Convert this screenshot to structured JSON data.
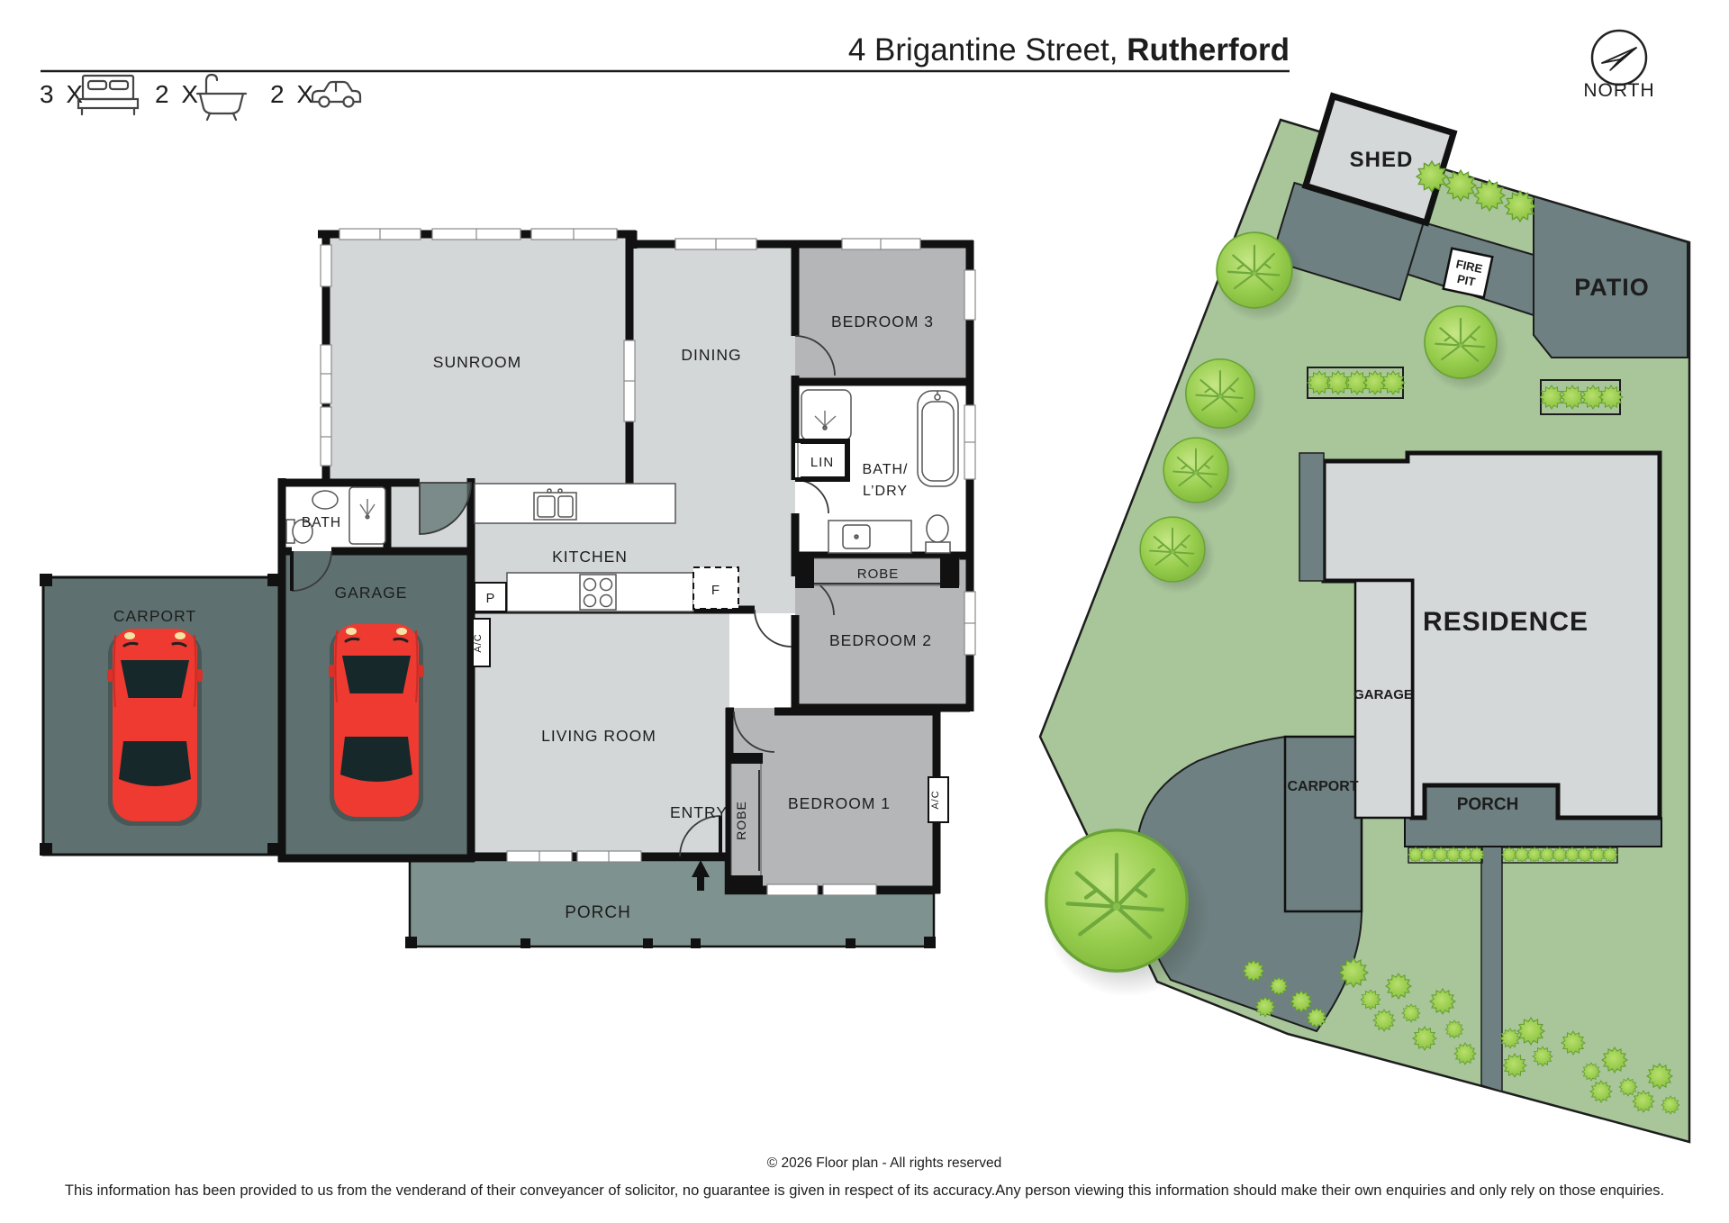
{
  "header": {
    "address_prefix": "4 Brigantine Street, ",
    "address_suffix": "Rutherford",
    "north_label": "NORTH"
  },
  "legend": {
    "beds_count": "3 X",
    "baths_count": "2 X",
    "cars_count": "2 X"
  },
  "floor_plan": {
    "labels": {
      "sunroom": "SUNROOM",
      "dining": "DINING",
      "bedroom3": "BEDROOM 3",
      "bath_ldry1": "BATH/",
      "bath_ldry2": "L’DRY",
      "lin": "LIN",
      "kitchen": "KITCHEN",
      "robe_bed2": "ROBE",
      "bedroom2": "BEDROOM 2",
      "bath": "BATH",
      "garage": "GARAGE",
      "carport": "CARPORT",
      "living": "LIVING ROOM",
      "entry": "ENTRY",
      "robe_bed1": "ROBE",
      "bedroom1": "BEDROOM 1",
      "porch": "PORCH",
      "ac": "A/C",
      "pantry": "P",
      "fridge": "F"
    }
  },
  "site_plan": {
    "labels": {
      "shed": "SHED",
      "fire_pit1": "FIRE",
      "fire_pit2": "PIT",
      "patio": "PATIO",
      "residence": "RESIDENCE",
      "garage": "GARAGE",
      "carport": "CARPORT",
      "porch": "PORCH"
    }
  },
  "footer": {
    "copyright": "© 2026 Floor plan  - All rights reserved",
    "disclaimer": "This information has been provided to us from the venderand of their conveyancer of solicitor, no guarantee is given in respect of its accuracy.Any person viewing this information should make their own enquiries and only rely on those enquiries."
  },
  "colors": {
    "room_light": "#d4d7d8",
    "room_bedroom": "#b4b6b8",
    "garage_floor": "#5e7170",
    "porch_floor": "#7e928f",
    "wall": "#111111",
    "car_red": "#ee3a31",
    "lawn": "#a9c69b",
    "hardscape": "#6e8081",
    "building_light": "#d5d8d9",
    "tree_green": "#8cc63f"
  }
}
